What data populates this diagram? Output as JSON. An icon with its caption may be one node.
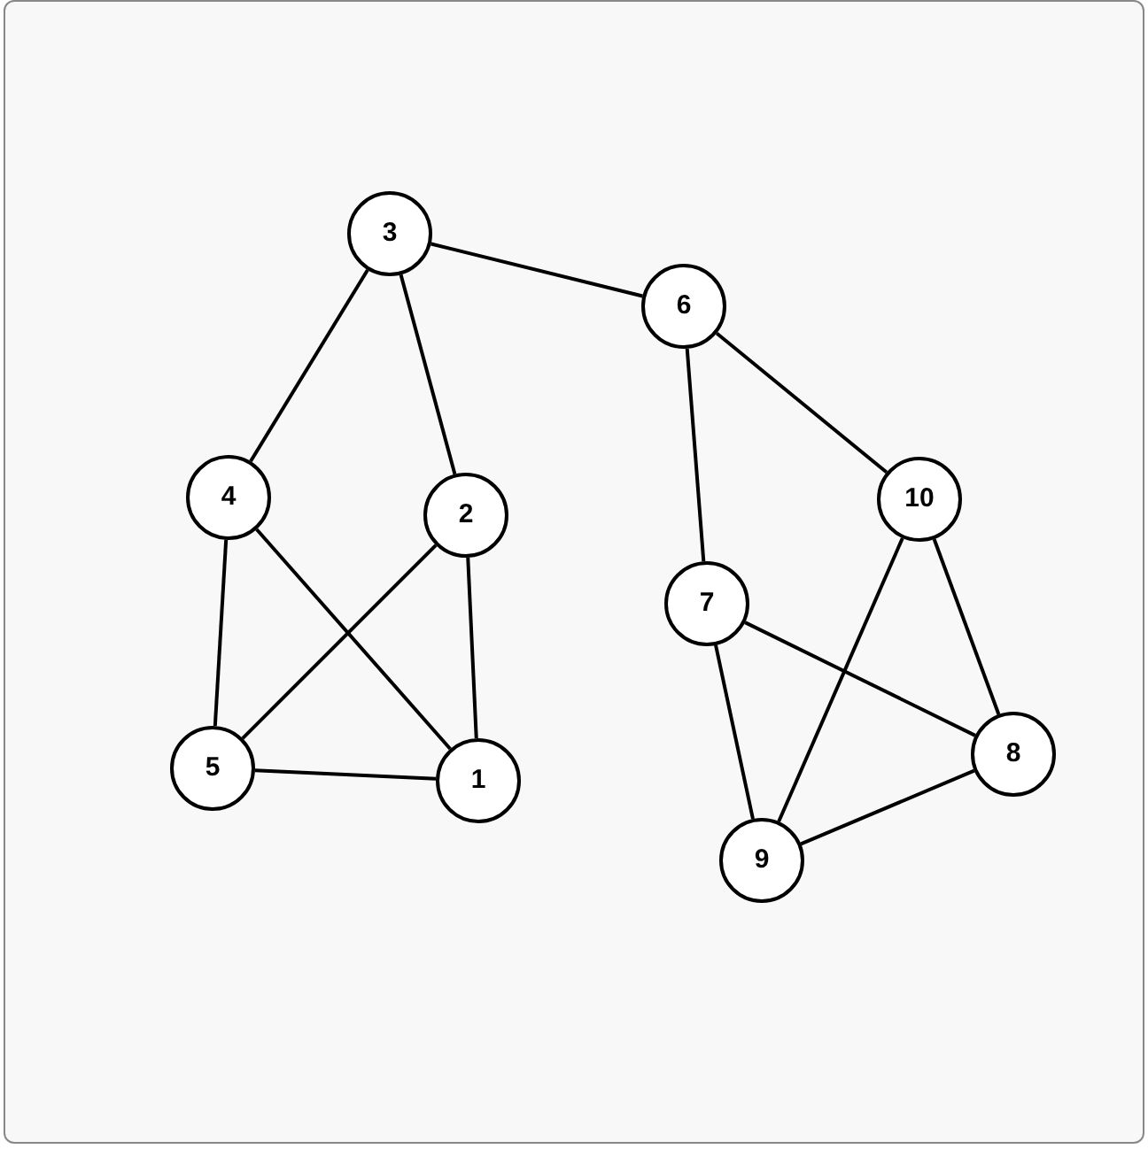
{
  "diagram": {
    "nodes": [
      {
        "text": [
          "1"
        ]
      },
      {
        "text": [
          "2"
        ]
      },
      {
        "text": [
          "3"
        ]
      },
      {
        "text": [
          "4"
        ]
      },
      {
        "text": [
          "5"
        ]
      },
      {
        "text": [
          "6"
        ]
      },
      {
        "text": [
          "7"
        ]
      },
      {
        "text": [
          "8"
        ]
      },
      {
        "text": [
          "9"
        ]
      },
      {
        "text": [
          "10"
        ]
      }
    ],
    "edges": [
      {
        "from": 2,
        "to": 5,
        "arrow": "none"
      },
      {
        "from": 2,
        "to": 3,
        "arrow": "none"
      },
      {
        "from": 2,
        "to": 1,
        "arrow": "none"
      },
      {
        "from": 3,
        "to": 4,
        "arrow": "none"
      },
      {
        "from": 3,
        "to": 0,
        "arrow": "none"
      },
      {
        "from": 1,
        "to": 4,
        "arrow": "none"
      },
      {
        "from": 1,
        "to": 0,
        "arrow": "none"
      },
      {
        "from": 4,
        "to": 0,
        "arrow": "none"
      },
      {
        "from": 5,
        "to": 6,
        "arrow": "none"
      },
      {
        "from": 5,
        "to": 9,
        "arrow": "none"
      },
      {
        "from": 6,
        "to": 7,
        "arrow": "none"
      },
      {
        "from": 6,
        "to": 8,
        "arrow": "none"
      },
      {
        "from": 9,
        "to": 8,
        "arrow": "none"
      },
      {
        "from": 9,
        "to": 7,
        "arrow": "none"
      },
      {
        "from": 8,
        "to": 7,
        "arrow": "none"
      }
    ]
  }
}
